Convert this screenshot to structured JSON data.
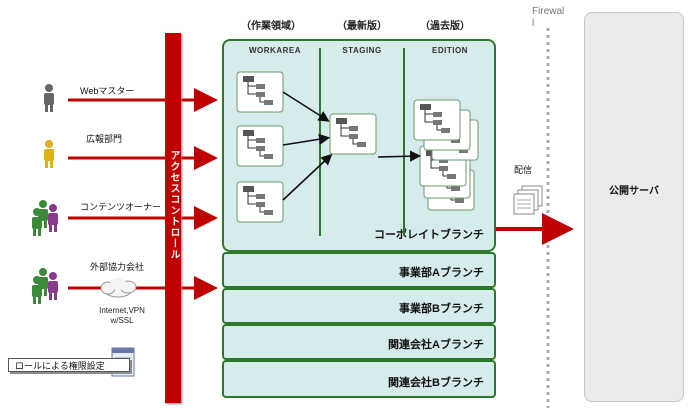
{
  "columns": {
    "work": "（作業領域）",
    "latest": "（最新版）",
    "past": "（過去版）"
  },
  "zones": {
    "workarea": "WORKAREA",
    "staging": "STAGING",
    "edition": "EDITION"
  },
  "branches": [
    "コーポレイトブランチ",
    "事業部Aブランチ",
    "事業部Bブランチ",
    "関連会社Aブランチ",
    "関連会社Bブランチ"
  ],
  "users": [
    "Webマスター",
    "広報部門",
    "コンテンツオーナー",
    "外部協力会社"
  ],
  "access_control": "アクセスコントロール",
  "network": {
    "line1": "Internet,VPN",
    "line2": "w/SSL"
  },
  "role_setting": "ロールによる権限設定",
  "firewall": "Firewal",
  "firewall_mark": "l",
  "deliver": "配信",
  "server": "公開サーバ",
  "colors": {
    "arrow_red": "#c00000",
    "branch_fill": "#d6ecec",
    "branch_border": "#2a7a2a"
  }
}
